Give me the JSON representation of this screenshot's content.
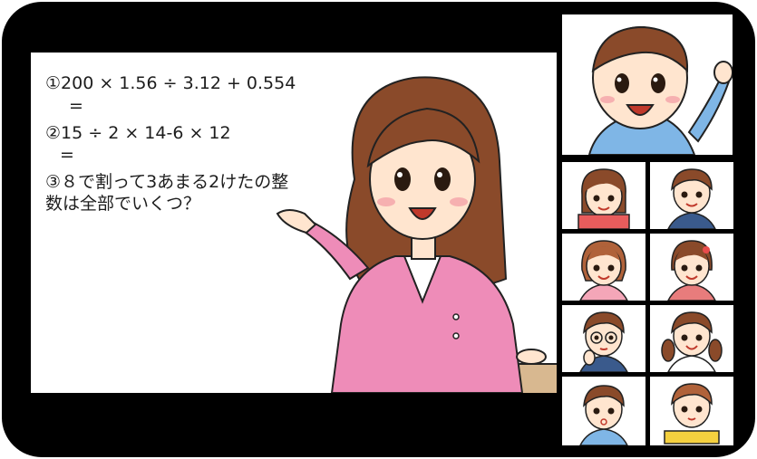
{
  "lesson": {
    "problem1": "①200 × 1.56 ÷ 3.12 + 0.554",
    "problem1_eq": "=",
    "problem2": "②15 ÷ 2 × 14-6 × 12",
    "problem2_eq": "=",
    "problem3_line1": "③８で割って3あまる2けたの整",
    "problem3_line2": "数は全部でいくつ？"
  },
  "participants": {
    "featured": "boy-raising-hand",
    "grid": [
      "girl-reading-book",
      "boy-smiling",
      "girl-short-hair",
      "girl-hairclip",
      "boy-glasses-thinking",
      "girl-pigtails",
      "boy-worried",
      "girl-reading-book-2"
    ]
  },
  "colors": {
    "frame": "#000000",
    "blazer": "#ee8cb8",
    "hair": "#8a4a2a",
    "skin": "#ffe5cf",
    "podium": "#d8b890"
  }
}
